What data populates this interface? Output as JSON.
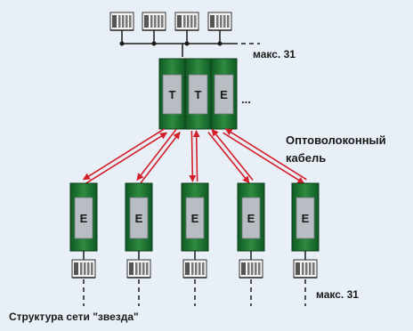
{
  "colors": {
    "background": "#e8eff7",
    "module_green": "#2e8b3e",
    "module_dark_green": "#0f5a24",
    "module_grey": "#b7bdc3",
    "fiber_red": "#d21f2a",
    "bus_line": "#1a1a1a"
  },
  "icons": {
    "plc_station": "plc-device-icon",
    "fiber_arrow": "double-arrow-icon"
  },
  "top_bus_label": "макс. 31",
  "central_modules": [
    "T",
    "T",
    "E"
  ],
  "central_ellipsis": "...",
  "fiber_label_line1": "Оптоволоконный",
  "fiber_label_line2": "кабель",
  "remote_modules": [
    "E",
    "E",
    "E",
    "E",
    "E"
  ],
  "bottom_bus_label": "макс. 31",
  "caption": "Структура сети \"звезда\""
}
